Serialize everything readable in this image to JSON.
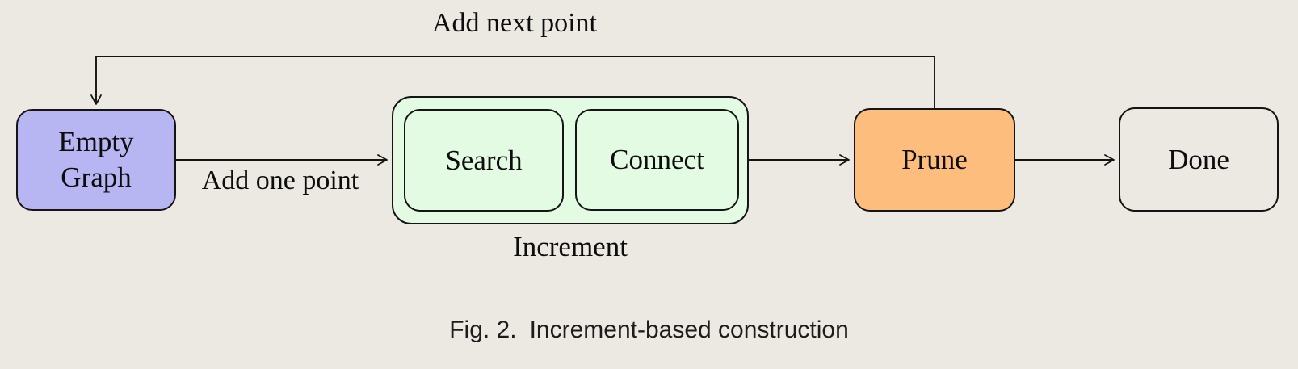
{
  "diagram": {
    "background_color": "#ECE9E2",
    "line_color": "#141414",
    "nodes": {
      "empty_graph": {
        "label": "Empty Graph",
        "fill": "#B8B6F2"
      },
      "search": {
        "label": "Search",
        "fill": "#E3FAE3"
      },
      "connect": {
        "label": "Connect",
        "fill": "#E3FAE3"
      },
      "prune": {
        "label": "Prune",
        "fill": "#FDBD7D"
      },
      "done": {
        "label": "Done",
        "fill": "#ECE9E2"
      }
    },
    "group": {
      "label": "Increment",
      "fill": "#E3FAE3",
      "contains": [
        "Search",
        "Connect"
      ]
    },
    "edges": [
      {
        "from": "empty_graph",
        "to": "increment_group",
        "label": "Add one point"
      },
      {
        "from": "increment_group",
        "to": "prune",
        "label": ""
      },
      {
        "from": "prune",
        "to": "done",
        "label": ""
      },
      {
        "from": "prune",
        "to": "empty_graph",
        "label": "Add next point",
        "style": "feedback-loop"
      }
    ],
    "edge_labels": {
      "loop": "Add next point",
      "step": "Add one point"
    }
  },
  "figure": {
    "caption_label": "Fig. 2.",
    "caption_text": "Increment-based construction"
  }
}
